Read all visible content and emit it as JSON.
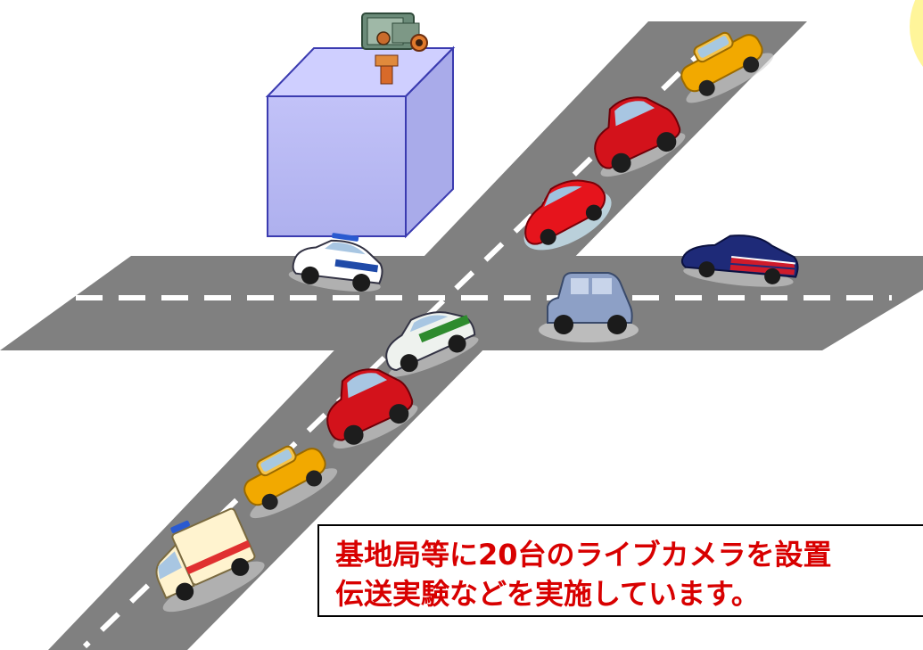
{
  "caption": {
    "line1": "基地局等に20台のライブカメラを設置",
    "line2": "伝送実験などを実施しています。"
  },
  "colors": {
    "road": "#808080",
    "road_edge": "#7a7a7a",
    "lane_marking": "#ffffff",
    "building_front": "#b9b9f3",
    "building_top": "#cfcfff",
    "building_side": "#a8a8e6",
    "building_outline": "#3b3bb0",
    "caption_text": "#d80000",
    "sun": "#fff59a"
  },
  "vehicles": [
    {
      "type": "taxi",
      "color": "#f2a900"
    },
    {
      "type": "red-car",
      "color": "#d3121b"
    },
    {
      "type": "sports-car",
      "color": "#e6141c"
    },
    {
      "type": "american-flag-car",
      "color": "#1e2a78"
    },
    {
      "type": "police-car-white",
      "color": "#ffffff"
    },
    {
      "type": "vintage-car",
      "color": "#8da0c6"
    },
    {
      "type": "police-car-green",
      "color": "#2e8b2e"
    },
    {
      "type": "red-car",
      "color": "#d3121b"
    },
    {
      "type": "taxi",
      "color": "#f2a900"
    },
    {
      "type": "ambulance",
      "color": "#fff3cf"
    }
  ],
  "icons": [
    "live-camera-icon"
  ]
}
